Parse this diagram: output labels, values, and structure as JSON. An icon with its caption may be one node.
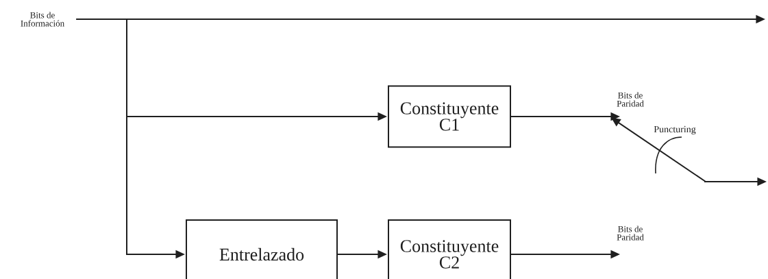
{
  "diagram": {
    "nodes": [
      {
        "text": [
          "Bits de Información"
        ]
      },
      {
        "text": [
          "Constituyente C1"
        ]
      },
      {
        "text": [
          "Bits de Paridad"
        ]
      },
      {
        "text": [
          "Entrelazado"
        ]
      },
      {
        "text": [
          "Constituyente C2"
        ]
      },
      {
        "text": [
          "Bits de Paridad"
        ]
      }
    ],
    "edges": [
      {
        "from": 0,
        "to": null,
        "arrow": "to"
      },
      {
        "from": 0,
        "to": 1,
        "arrow": "to"
      },
      {
        "from": 0,
        "to": 3,
        "arrow": "to"
      },
      {
        "from": 1,
        "to": 2,
        "arrow": "to"
      },
      {
        "from": 3,
        "to": 4,
        "arrow": "to"
      },
      {
        "from": 4,
        "to": 5,
        "arrow": "to"
      },
      {
        "from": null,
        "to": 2,
        "arrow": "to"
      }
    ],
    "labels": [
      "Puncturing"
    ]
  }
}
